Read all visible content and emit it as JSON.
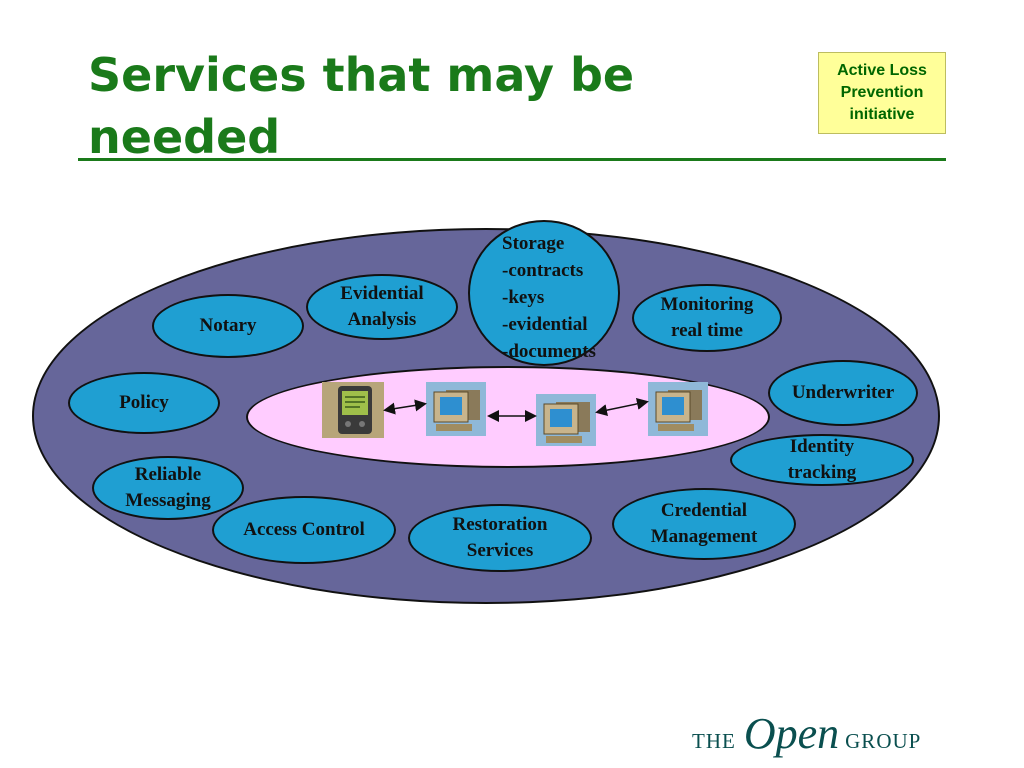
{
  "slide": {
    "title": "Services that may be needed",
    "badge": "Active Loss\nPrevention\ninitiative"
  },
  "services": {
    "storage": "Storage\n-contracts\n-keys\n-evidential\n-documents",
    "evidential_analysis": "Evidential\nAnalysis",
    "notary": "Notary",
    "monitoring": "Monitoring\nreal time",
    "policy": "Policy",
    "underwriter": "Underwriter",
    "identity_tracking": "Identity\ntracking",
    "reliable_messaging": "Reliable\nMessaging",
    "access_control": "Access Control",
    "restoration_services": "Restoration\nServices",
    "credential_management": "Credential\nManagement"
  },
  "logo": {
    "part1": "THE",
    "part2": "Open",
    "part3": "GROUP"
  },
  "colors": {
    "title_green": "#1a7a1a",
    "badge_bg": "#ffff99",
    "outer_ellipse": "#66669a",
    "inner_ellipse": "#ffccff",
    "service_bubble": "#1f9fd2",
    "logo": "#0a4f4f"
  },
  "icons": [
    "pda-icon",
    "computer-icon",
    "computer-icon",
    "computer-icon",
    "double-arrow-icon"
  ]
}
